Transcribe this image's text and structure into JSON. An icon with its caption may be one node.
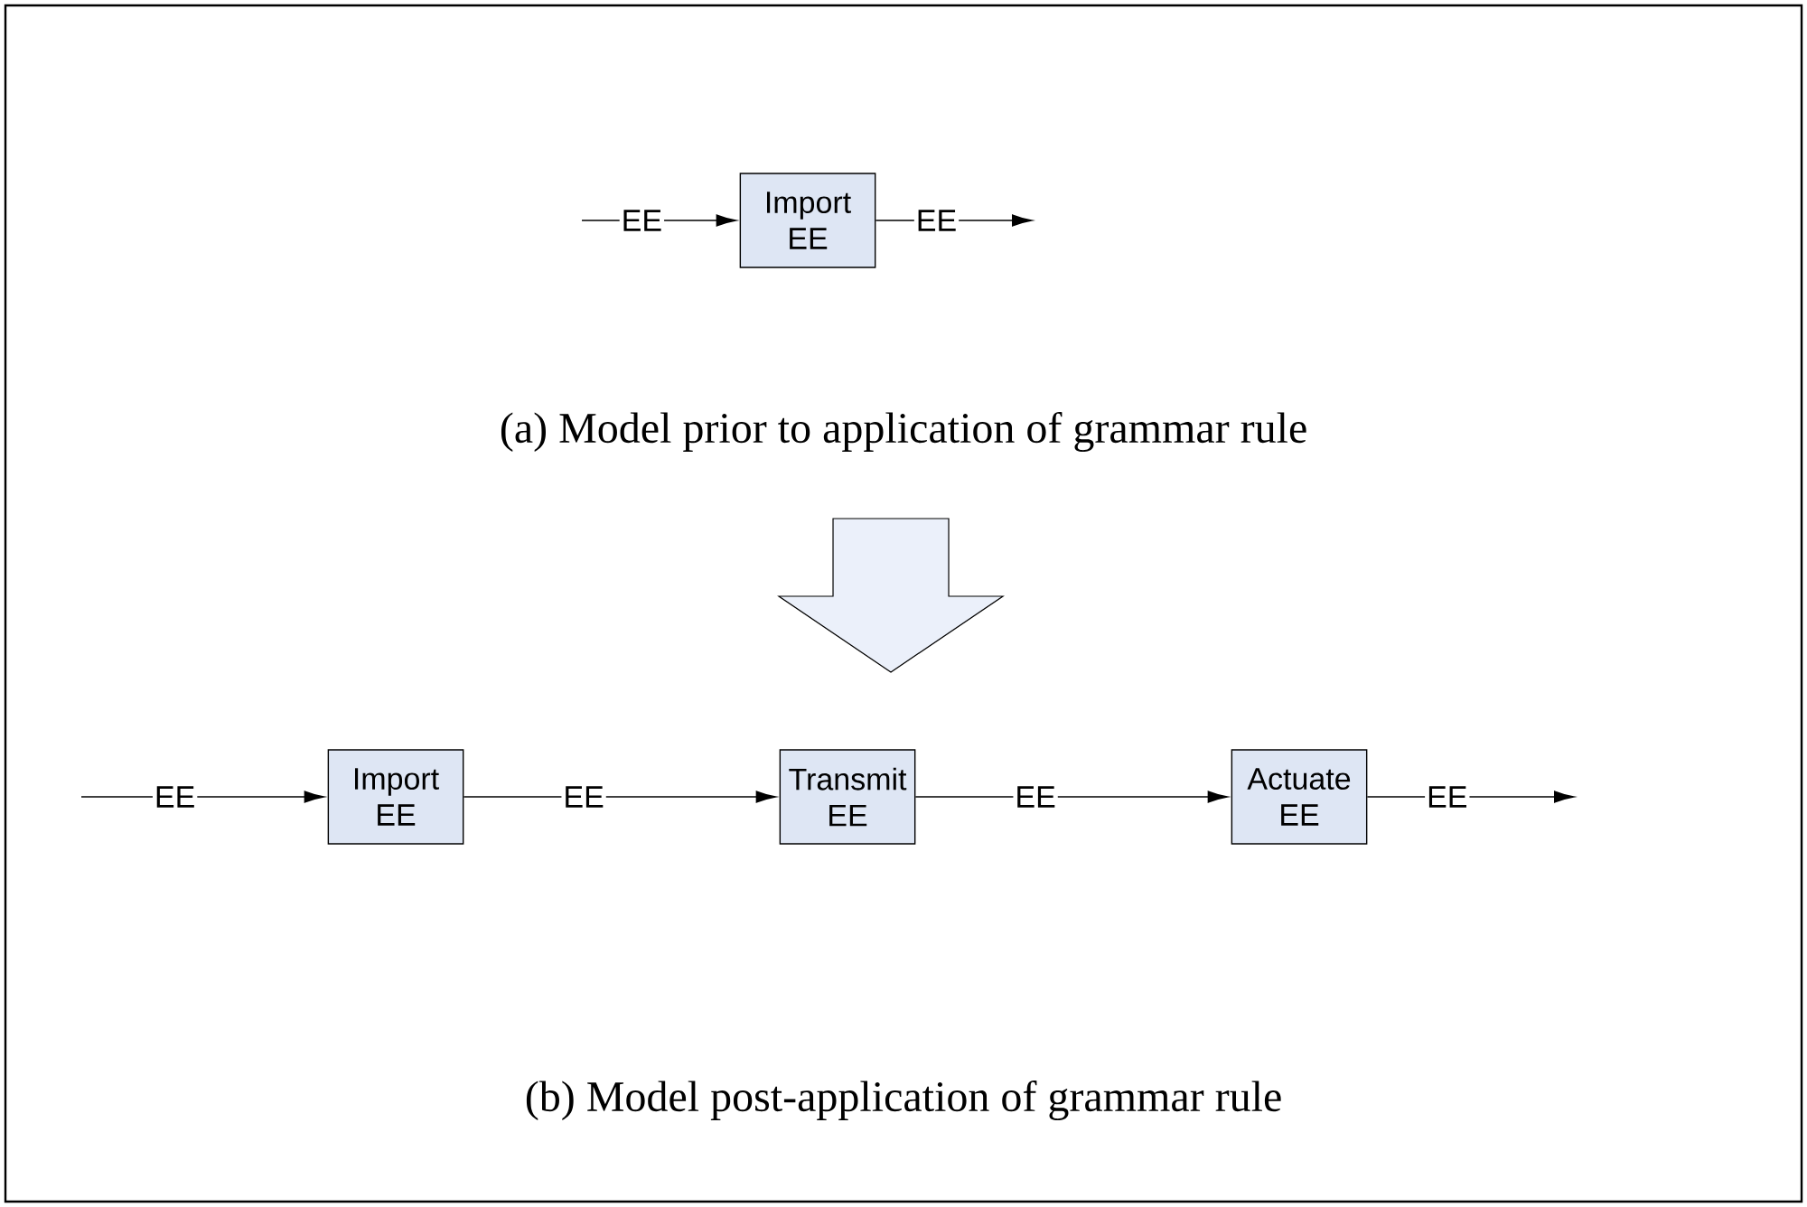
{
  "diagram": {
    "nodes": [
      {
        "text": [
          "Import EE"
        ]
      },
      {
        "text": [
          "Import EE"
        ]
      },
      {
        "text": [
          "Transmit EE"
        ]
      },
      {
        "text": [
          "Actuate EE"
        ]
      }
    ],
    "edges": [
      {
        "from": null,
        "to": 0,
        "arrow": "to",
        "label": "EE"
      },
      {
        "from": 0,
        "to": null,
        "arrow": "to",
        "label": "EE"
      },
      {
        "from": null,
        "to": 1,
        "arrow": "to",
        "label": "EE"
      },
      {
        "from": 1,
        "to": 2,
        "arrow": "to",
        "label": "EE"
      },
      {
        "from": 2,
        "to": 3,
        "arrow": "to",
        "label": "EE"
      },
      {
        "from": 3,
        "to": null,
        "arrow": "to",
        "label": "EE"
      }
    ],
    "labels": [
      "(a) Model prior to application of grammar rule",
      "(b) Model post-application of grammar rule"
    ]
  }
}
